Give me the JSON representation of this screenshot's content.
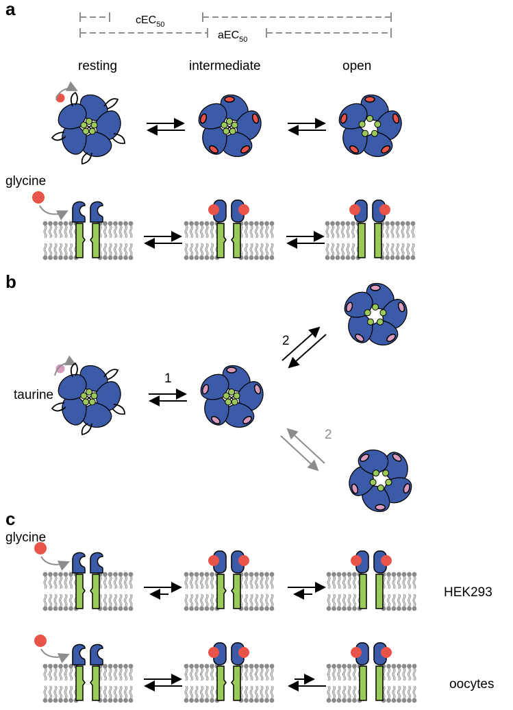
{
  "colors": {
    "subunit_blue": "#3b5ba9",
    "tm_green": "#9bc95a",
    "glycine_red": "#e8544a",
    "taurine_pink": "#d99bbd",
    "lipid_gray": "#8a8a8a",
    "dashed_gray": "#8c8c8c",
    "arrow_gray": "#8c8c8c"
  },
  "panel_a": {
    "label": "a",
    "ec50_labels": {
      "cEC50": "cEC",
      "cEC50_sub": "50",
      "aEC50": "aEC",
      "aEC50_sub": "50"
    },
    "states": [
      "resting",
      "intermediate",
      "open"
    ],
    "ligand_label": "glycine"
  },
  "panel_b": {
    "label": "b",
    "ligand_label": "taurine",
    "arrow_labels": [
      "1",
      "2",
      "2"
    ]
  },
  "panel_c": {
    "label": "c",
    "ligand_label": "glycine",
    "row_labels": [
      "HEK293",
      "oocytes"
    ]
  }
}
